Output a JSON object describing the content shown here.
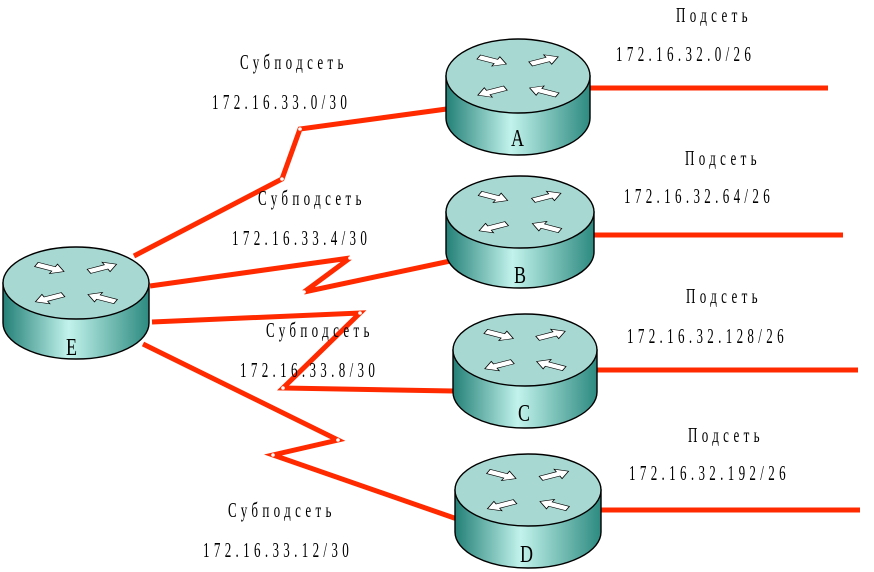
{
  "colors": {
    "link": "#ff2a00",
    "router_top": "#a8d8d2",
    "router_body_light": "#b6ece4",
    "router_body_dark": "#2f8e84",
    "outline": "#000000",
    "arrow_fill": "#ffffff"
  },
  "routers": {
    "a": {
      "letter": "A"
    },
    "b": {
      "letter": "B"
    },
    "c": {
      "letter": "C"
    },
    "d": {
      "letter": "D"
    },
    "e": {
      "letter": "E"
    }
  },
  "subnets": {
    "a": {
      "title": "Подсеть",
      "address": "172.16.32.0/26"
    },
    "b": {
      "title": "Подсеть",
      "address": "172.16.32.64/26"
    },
    "c": {
      "title": "Подсеть",
      "address": "172.16.32.128/26"
    },
    "d": {
      "title": "Подсеть",
      "address": "172.16.32.192/26"
    }
  },
  "subsubnets": {
    "ea": {
      "title": "Субподсеть",
      "address": "172.16.33.0/30"
    },
    "eb": {
      "title": "Субподсеть",
      "address": "172.16.33.4/30"
    },
    "ec": {
      "title": "Субподсеть",
      "address": "172.16.33.8/30"
    },
    "ed": {
      "title": "Субподсеть",
      "address": "172.16.33.12/30"
    }
  }
}
